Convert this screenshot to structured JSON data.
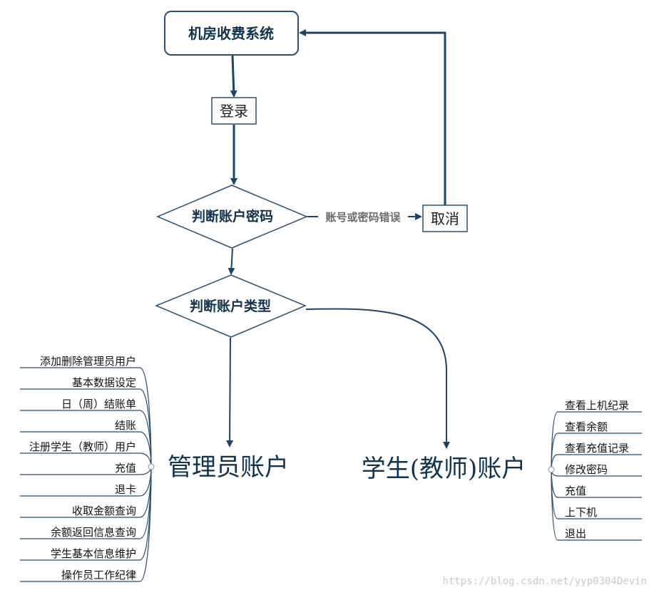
{
  "nodes": {
    "system": "机房收费系统",
    "login": "登录",
    "check_password": "判断账户密码",
    "cancel": "取消",
    "check_type": "判断账户类型",
    "admin": "管理员账户",
    "student": "学生(教师)账户"
  },
  "edges": {
    "error_label": "账号或密码错误"
  },
  "admin_items": [
    "添加删除管理员用户",
    "基本数据设定",
    "日（周）结账单",
    "结账",
    "注册学生（教师）用户",
    "充值",
    "退卡",
    "收取金额查询",
    "余额返回信息查询",
    "学生基本信息维护",
    "操作员工作纪律"
  ],
  "student_items": [
    "查看上机纪录",
    "查看余额",
    "查看充值记录",
    "修改密码",
    "充值",
    "上下机",
    "退出"
  ],
  "watermark": "https://blog.csdn.net/yyp0304Devin"
}
